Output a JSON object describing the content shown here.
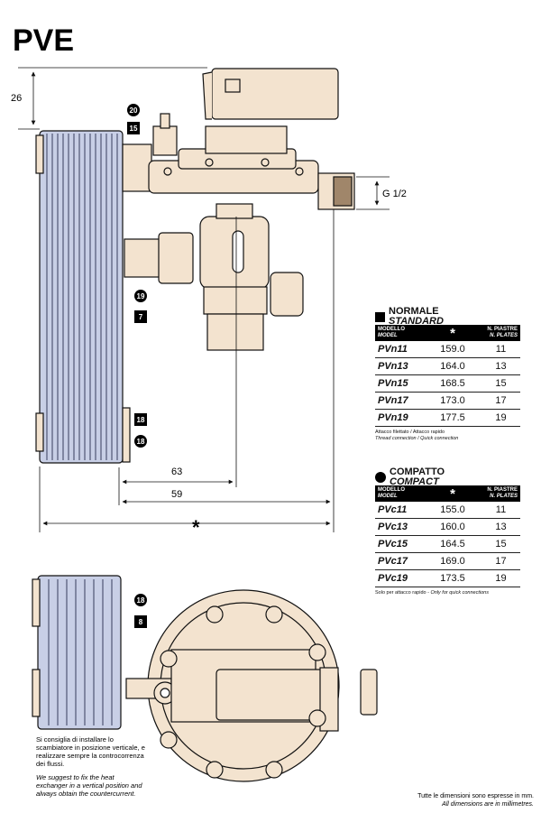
{
  "title": "PVE",
  "dims": {
    "top_height": "26",
    "thread": "G 1/2",
    "d63": "63",
    "d59": "59",
    "overall": "*"
  },
  "callouts": {
    "c20": "20",
    "c15": "15",
    "c19": "19",
    "c7": "7",
    "c18a": "18",
    "c18b": "18",
    "c18c": "18",
    "c8": "8"
  },
  "normal": {
    "title": "NORMALE",
    "subtitle": "STANDARD",
    "headers": {
      "model_it": "MODELLO",
      "model_en": "MODEL",
      "star": "*",
      "plates_it": "N. PIASTRE",
      "plates_en": "N. PLATES"
    },
    "rows": [
      {
        "model": "PVn11",
        "value": "159.0",
        "plates": "11"
      },
      {
        "model": "PVn13",
        "value": "164.0",
        "plates": "13"
      },
      {
        "model": "PVn15",
        "value": "168.5",
        "plates": "15"
      },
      {
        "model": "PVn17",
        "value": "173.0",
        "plates": "17"
      },
      {
        "model": "PVn19",
        "value": "177.5",
        "plates": "19"
      }
    ],
    "note_it": "Attacco filettato / Attacco rapido",
    "note_en": "Thread connection / Quick connection"
  },
  "compact": {
    "title": "COMPATTO",
    "subtitle": "COMPACT",
    "headers": {
      "model_it": "MODELLO",
      "model_en": "MODEL",
      "star": "*",
      "plates_it": "N. PIASTRE",
      "plates_en": "N. PLATES"
    },
    "rows": [
      {
        "model": "PVc11",
        "value": "155.0",
        "plates": "11"
      },
      {
        "model": "PVc13",
        "value": "160.0",
        "plates": "13"
      },
      {
        "model": "PVc15",
        "value": "164.5",
        "plates": "15"
      },
      {
        "model": "PVc17",
        "value": "169.0",
        "plates": "17"
      },
      {
        "model": "PVc19",
        "value": "173.5",
        "plates": "19"
      }
    ],
    "note_it": "Solo per attacco rapido",
    "note_en": "Only for quick connections"
  },
  "advice": {
    "it1": "Si consiglia di installare lo",
    "it2": "scambiatore in posizione verticale, e",
    "it3": "realizzare sempre la controcorrenza",
    "it4": "dei flussi.",
    "en1": "We suggest to fix the heat",
    "en2": "exchanger in a vertical position and",
    "en3": "always obtain the countercurrent."
  },
  "footer": {
    "it": "Tutte le dimensioni sono espresse in mm.",
    "en": "All dimensions are in millimetres."
  },
  "colors": {
    "body": "#f3e3cf",
    "plates": "#c8cfe6",
    "line": "#111111"
  }
}
